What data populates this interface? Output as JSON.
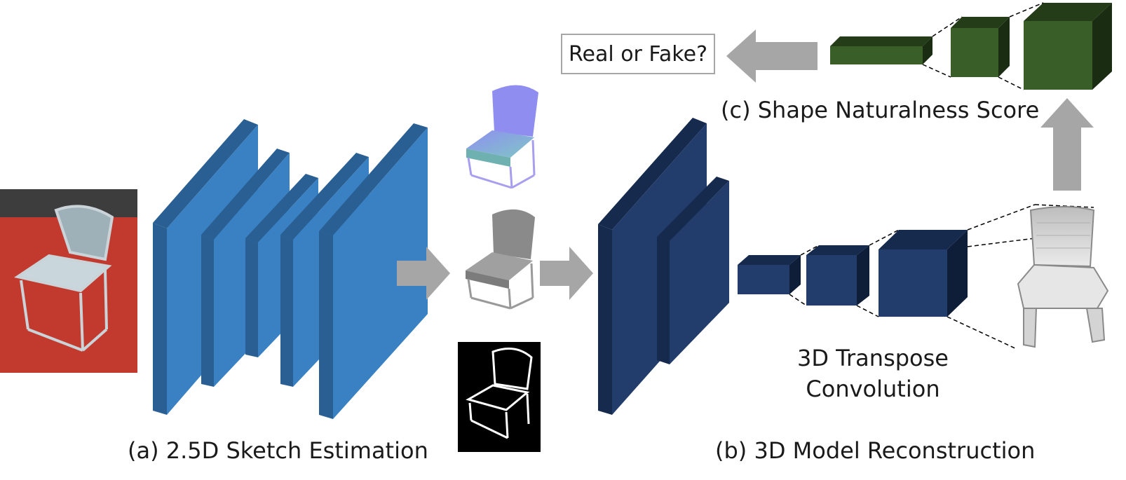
{
  "labels": {
    "sketch_estimation": "(a) 2.5D Sketch Estimation",
    "model_reconstruction": "(b) 3D Model Reconstruction",
    "shape_naturalness": "(c) Shape Naturalness Score",
    "transpose_line1": "3D Transpose",
    "transpose_line2": "Convolution",
    "real_or_fake": "Real or Fake?"
  },
  "colors": {
    "encoder_face": "#3a81c4",
    "encoder_side": "#2a5f93",
    "decoder_face": "#223d6b",
    "decoder_side": "#162a4d",
    "discriminator_face": "#3a5e27",
    "discriminator_side": "#243d18",
    "arrow": "#a6a6a6",
    "carpet": "#c23a2e"
  },
  "icons": {
    "input_photo": "chair-photo-icon",
    "normal_map": "chair-normal-map-icon",
    "depth_map": "chair-depth-map-icon",
    "silhouette": "chair-silhouette-icon",
    "voxel_output": "chair-voxel-icon"
  }
}
